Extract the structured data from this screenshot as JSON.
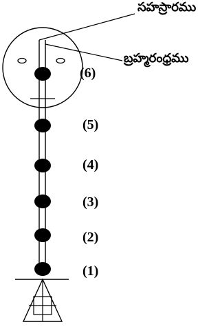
{
  "labels": {
    "crown": "సహస్రారము",
    "aperture": "బ్రహ్మరంధ్రము"
  },
  "chakras": [
    {
      "label": "(6)"
    },
    {
      "label": "(5)"
    },
    {
      "label": "(4)"
    },
    {
      "label": "(3)"
    },
    {
      "label": "(2)"
    },
    {
      "label": "(1)"
    }
  ]
}
